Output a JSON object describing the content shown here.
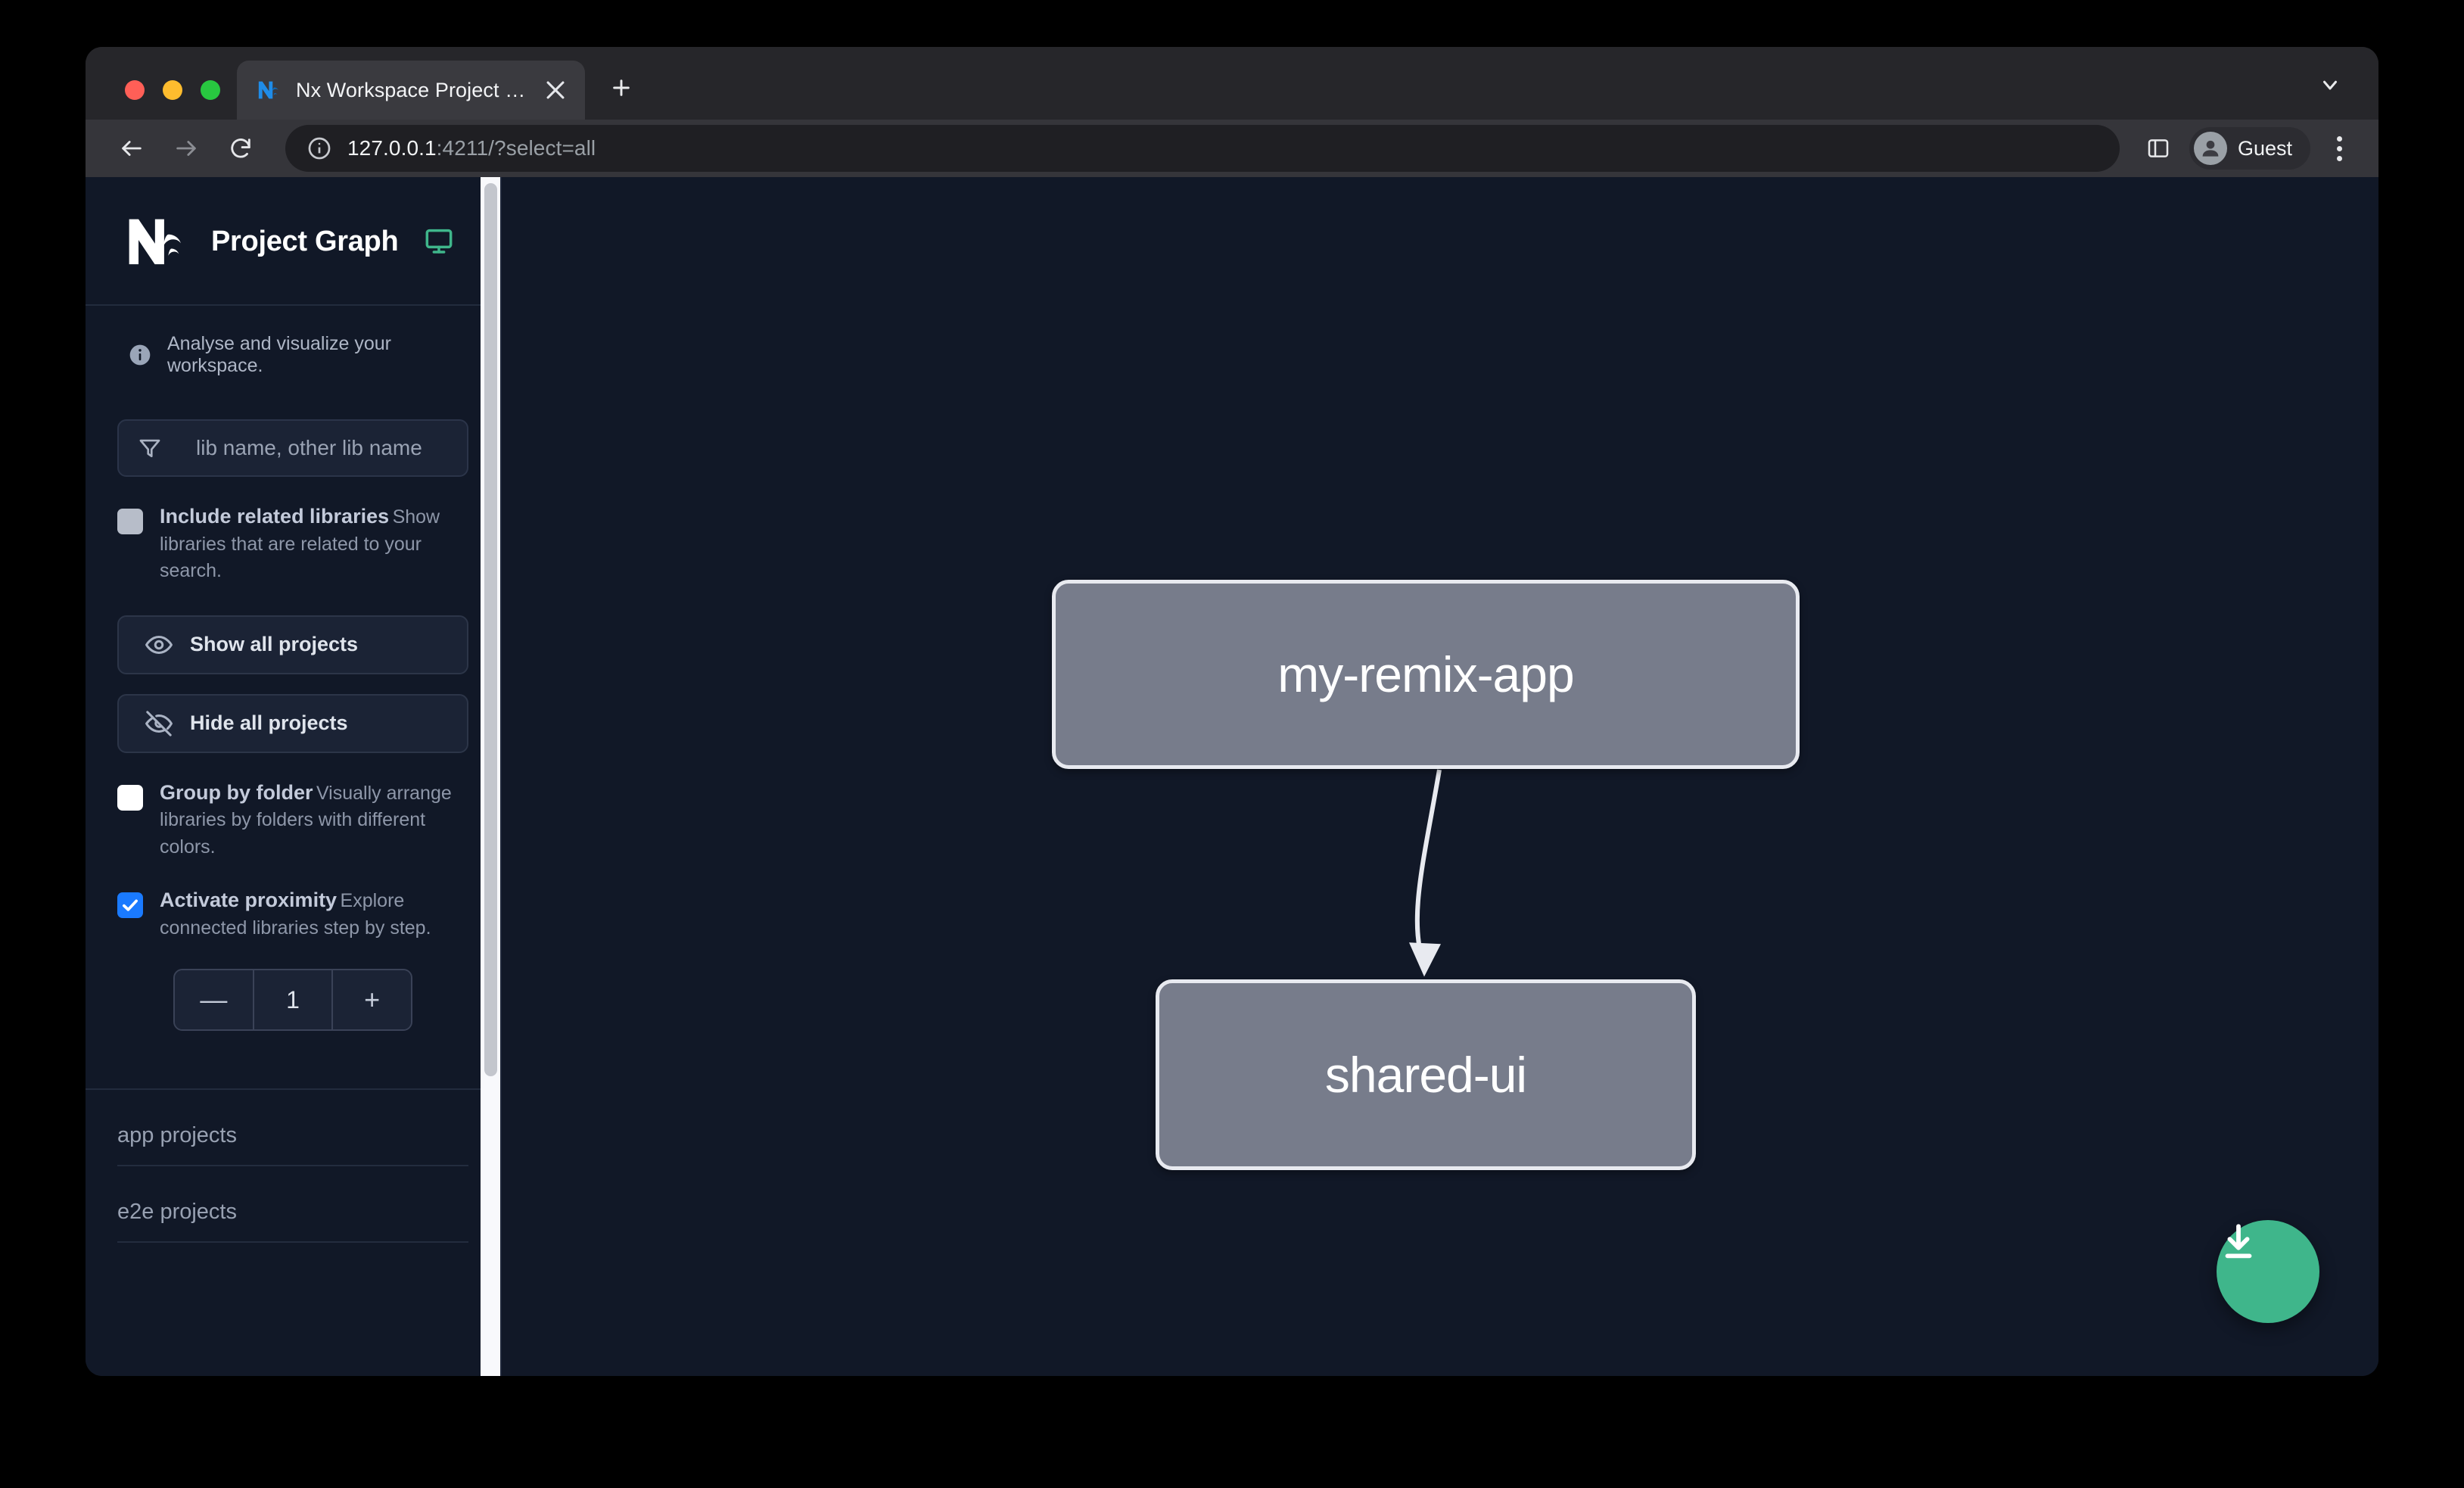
{
  "browser": {
    "tab": {
      "title": "Nx Workspace Project Graph",
      "favicon_icon": "nx-favicon-icon",
      "close_icon": "close-icon"
    },
    "new_tab_icon": "plus-icon",
    "tab_search_icon": "chevron-down-icon",
    "toolbar": {
      "back_icon": "arrow-left-icon",
      "forward_icon": "arrow-right-icon",
      "reload_icon": "reload-icon",
      "info_icon": "info-circle-icon",
      "url_host": "127.0.0.1",
      "url_rest": ":4211/?select=all",
      "side_panel_icon": "side-panel-icon",
      "profile_name": "Guest",
      "avatar_icon": "user-avatar-icon",
      "menu_icon": "kebab-menu-icon"
    }
  },
  "sidebar": {
    "logo_icon": "nx-logo-icon",
    "title": "Project Graph",
    "monitor_icon": "monitor-icon",
    "info": {
      "icon": "info-icon",
      "text": "Analyse and visualize your workspace."
    },
    "search": {
      "icon": "funnel-filter-icon",
      "placeholder": "lib name, other lib name",
      "value": ""
    },
    "options": [
      {
        "label": "Include related libraries",
        "description": "Show libraries that are related to your search.",
        "state": "disabled"
      },
      {
        "label": "Group by folder",
        "description": "Visually arrange libraries by folders with different colors.",
        "state": "unchecked"
      },
      {
        "label": "Activate proximity",
        "description": "Explore connected libraries step by step.",
        "state": "checked"
      }
    ],
    "buttons": [
      {
        "label": "Show all projects",
        "icon": "eye-icon"
      },
      {
        "label": "Hide all projects",
        "icon": "eye-off-icon"
      }
    ],
    "stepper": {
      "decrement_label": "—",
      "value": "1",
      "increment_label": "+"
    },
    "sections": [
      {
        "label": "app projects"
      },
      {
        "label": "e2e projects"
      }
    ]
  },
  "graph": {
    "nodes": [
      {
        "id": "my-remix-app",
        "label": "my-remix-app"
      },
      {
        "id": "shared-ui",
        "label": "shared-ui"
      }
    ],
    "edges": [
      {
        "from": "my-remix-app",
        "to": "shared-ui"
      }
    ],
    "download_button": {
      "icon": "download-icon"
    }
  },
  "colors": {
    "accent_green": "#3fb68b",
    "checkbox_blue": "#1a7aff",
    "node_fill": "#777c8b",
    "node_border": "#e8eaf0",
    "canvas_bg": "#111827"
  }
}
